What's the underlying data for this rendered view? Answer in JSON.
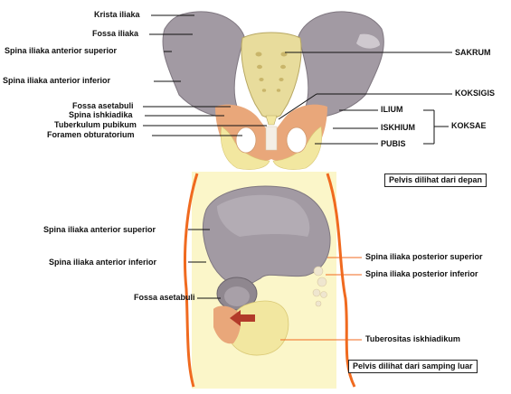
{
  "front_view": {
    "caption": "Pelvis dilihat dari depan",
    "labels_left": [
      "Krista iliaka",
      "Fossa iliaka",
      "Spina iliaka anterior superior",
      "Spina iliaka anterior inferior",
      "Fossa asetabuli",
      "Spina ishkiadika",
      "Tuberkulum pubikum",
      "Foramen obturatorium"
    ],
    "labels_right": {
      "sakrum": "SAKRUM",
      "koksigis": "KOKSIGIS",
      "ilium": "ILIUM",
      "ishkium": "ISKHIUM",
      "pubis": "PUBIS",
      "koksae": "KOKSAE"
    }
  },
  "side_view": {
    "caption": "Pelvis dilihat dari samping luar",
    "labels_left": [
      "Spina iliaka anterior superior",
      "Spina iliaka anterior inferior",
      "Fossa asetabuli"
    ],
    "labels_right": [
      "Spina iliaka posterior superior",
      "Spina iliaka posterior inferior",
      "Tuberositas iskhiadikum"
    ]
  },
  "colors": {
    "ilium": "#a29aa3",
    "ilium_dark": "#7f7780",
    "sacrum": "#e8dc9c",
    "ischium": "#f2e7a0",
    "pubis": "#e9a77a",
    "outline": "#f06a1f",
    "panel_bg": "#fbf6c9"
  }
}
